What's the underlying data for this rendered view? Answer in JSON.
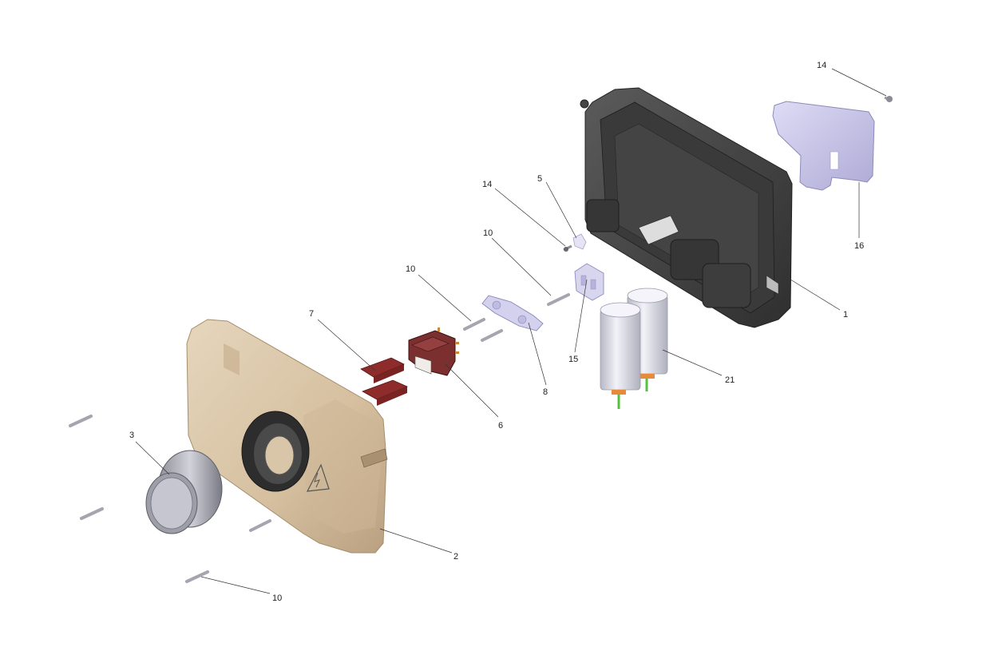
{
  "callouts": {
    "c14a": "14",
    "c16": "16",
    "c1": "1",
    "c14b": "14",
    "c5": "5",
    "c10a": "10",
    "c10b": "10",
    "c15": "15",
    "c7": "7",
    "c6": "6",
    "c8": "8",
    "c21": "21",
    "c3": "3",
    "c2": "2",
    "c10c": "10"
  },
  "colors": {
    "housing": "#4a4a4a",
    "cover": "#d8c4a6",
    "bracket": "#c9c6ea",
    "switch": "#7a2a2a",
    "gasket": "#8e2c2c",
    "capacitor": "#dcdce6",
    "screw": "#a8a8b2"
  }
}
